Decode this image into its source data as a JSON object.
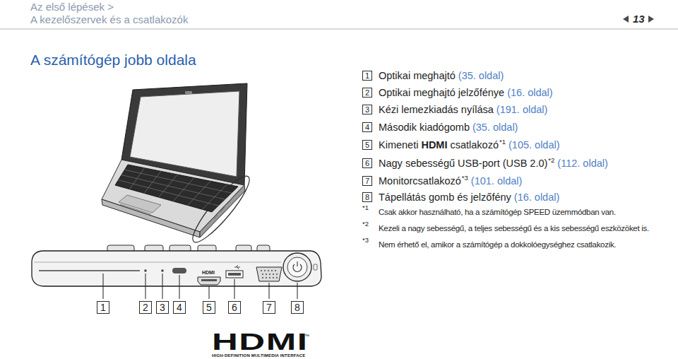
{
  "diagram": {
    "title": "A számítógép jobb oldala",
    "nodes": [
      {
        "text": [
          "1"
        ]
      },
      {
        "text": [
          "2"
        ]
      },
      {
        "text": [
          "3"
        ]
      },
      {
        "text": [
          "4"
        ]
      },
      {
        "text": [
          "5"
        ]
      },
      {
        "text": [
          "6"
        ]
      },
      {
        "text": [
          "7"
        ]
      },
      {
        "text": [
          "8"
        ]
      },
      {
        "text": [
          "1"
        ]
      },
      {
        "text": [
          "2"
        ]
      },
      {
        "text": [
          "3"
        ]
      },
      {
        "text": [
          "4"
        ]
      },
      {
        "text": [
          "5"
        ]
      },
      {
        "text": [
          "6"
        ]
      },
      {
        "text": [
          "7"
        ]
      },
      {
        "text": [
          "8"
        ]
      }
    ],
    "labels": [
      "Az első lépések >",
      "A kezelőszervek és a csatlakozók",
      "13",
      "Optikai meghajtó",
      "(35. oldal)",
      "Optikai meghajtó jelzőfénye",
      "(16. oldal)",
      "Kézi lemezkiadás nyílása",
      "(191. oldal)",
      "Második kiadógomb",
      "(35. oldal)",
      "Kimeneti",
      "HDMI",
      "csatlakozó",
      "*1",
      "(105. oldal)",
      "Nagy sebességű USB-port (USB 2.0)",
      "*2",
      "(112. oldal)",
      "Monitorcsatlakozó",
      "*3",
      "(101. oldal)",
      "Tápellátás gomb és jelzőfény",
      "(16. oldal)",
      "*1",
      "Csak akkor használható, ha a számítógép SPEED üzemmódban van.",
      "*2",
      "Kezeli a nagy sebességű, a teljes sebességű és a kis sebességű eszközöket is.",
      "*3",
      "Nem érhető el, amikor a számítógép a dokkolóegységhez csatlakozik.",
      "HDMI",
      "HDMI",
      "™",
      "HIGH-DEFINITION MULTIMEDIA INTERFACE"
    ]
  }
}
